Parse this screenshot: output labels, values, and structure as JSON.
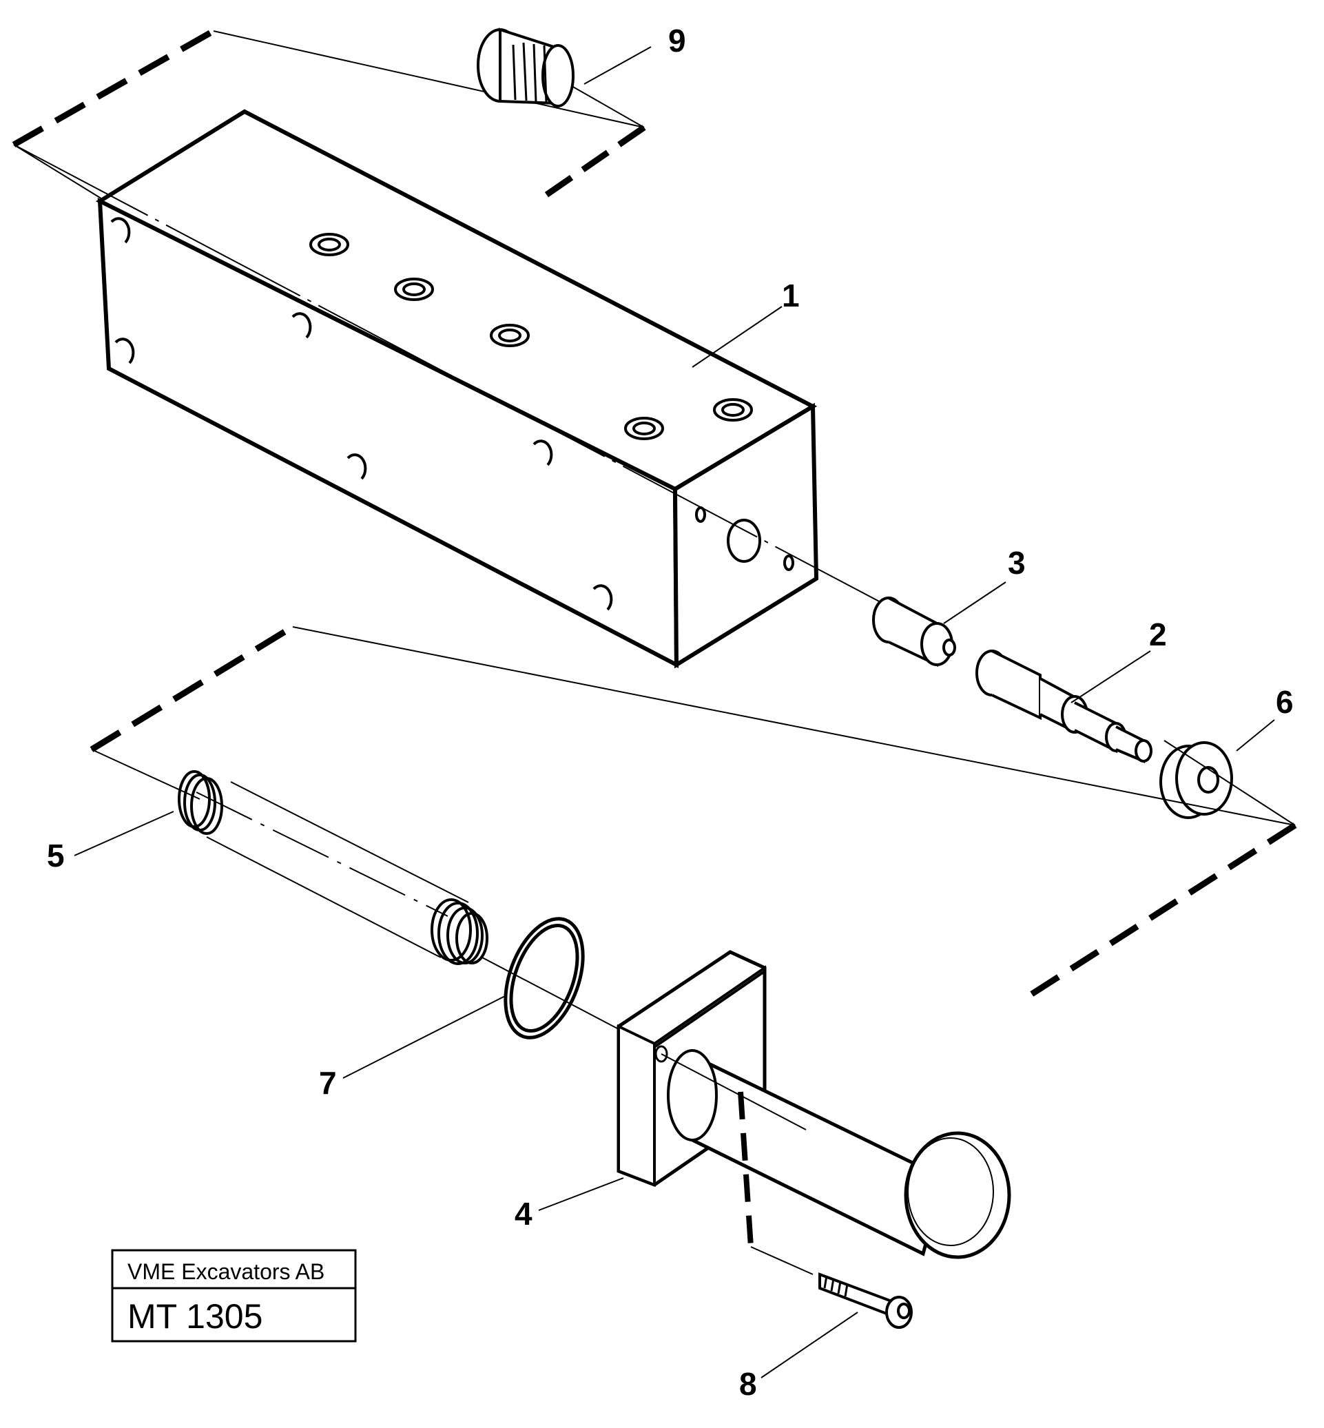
{
  "title_block": {
    "company": "VME Excavators AB",
    "drawing_code": "MT 1305"
  },
  "callouts": [
    {
      "id": "1",
      "text": "1",
      "part": "valve-block"
    },
    {
      "id": "2",
      "text": "2",
      "part": "valve-spool"
    },
    {
      "id": "3",
      "text": "3",
      "part": "spool-sleeve"
    },
    {
      "id": "4",
      "text": "4",
      "part": "cylinder-cover"
    },
    {
      "id": "5",
      "text": "5",
      "part": "spring"
    },
    {
      "id": "6",
      "text": "6",
      "part": "washer"
    },
    {
      "id": "7",
      "text": "7",
      "part": "o-ring"
    },
    {
      "id": "8",
      "text": "8",
      "part": "socket-head-screw"
    },
    {
      "id": "9",
      "text": "9",
      "part": "plug"
    }
  ],
  "colors": {
    "ink": "#000000",
    "paper": "#ffffff"
  }
}
